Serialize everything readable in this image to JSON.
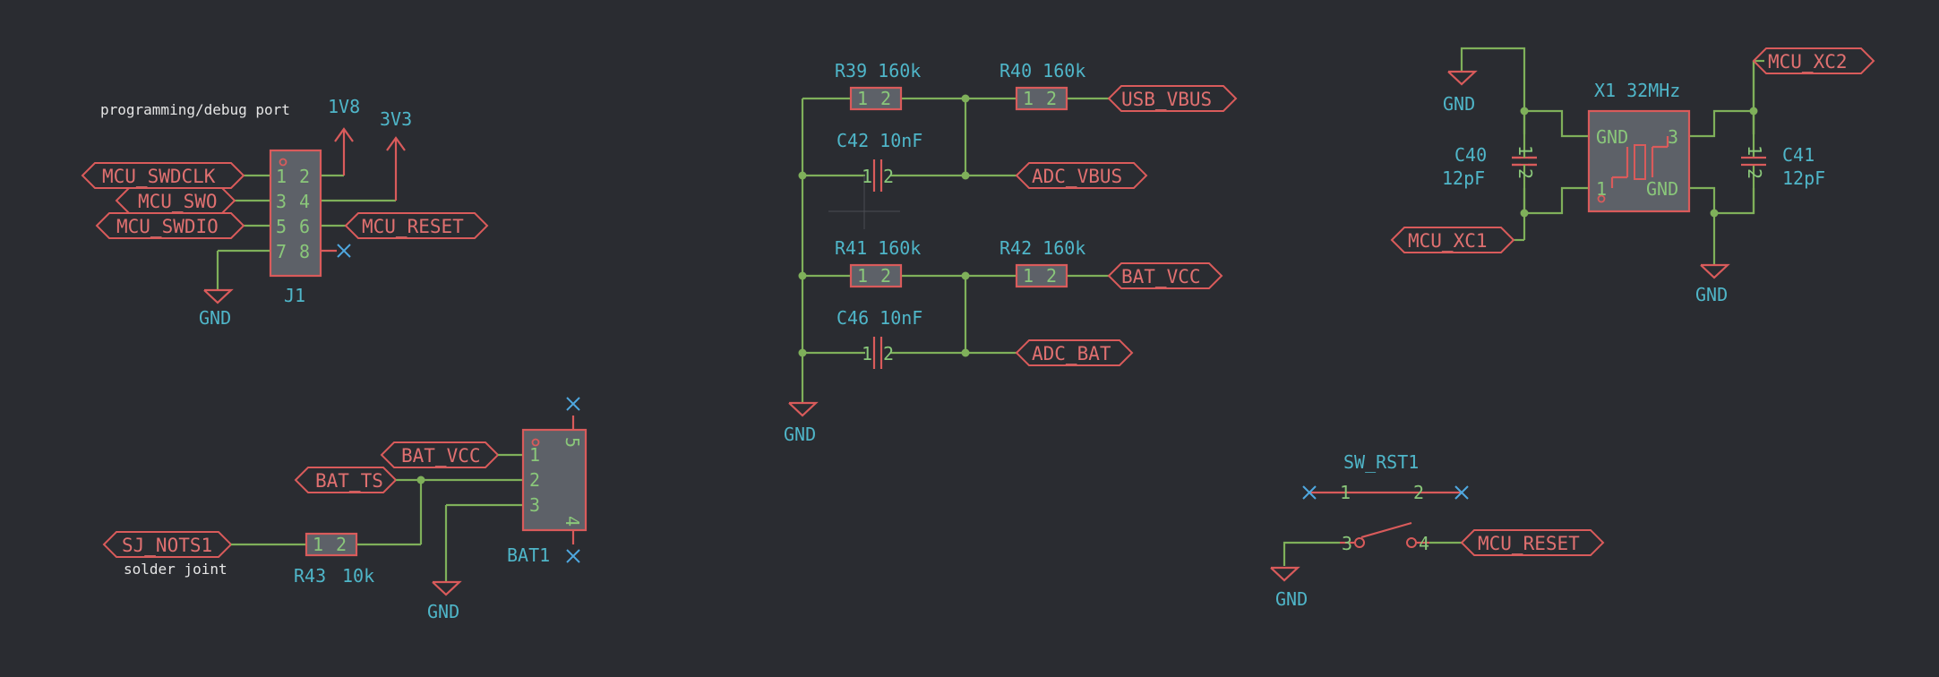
{
  "notes": {
    "programming_port": "programming/debug port",
    "solder_joint": "solder joint"
  },
  "power": {
    "v1v8": "1V8",
    "v3v3": "3V3",
    "gnd": "GND"
  },
  "connector_j1": {
    "ref": "J1",
    "pins": [
      "1",
      "2",
      "3",
      "4",
      "5",
      "6",
      "7",
      "8"
    ],
    "nets": {
      "swdclk": "MCU_SWDCLK",
      "swo": "MCU_SWO",
      "swdio": "MCU_SWDIO",
      "reset": "MCU_RESET"
    }
  },
  "battery": {
    "ref": "BAT1",
    "pins": [
      "1",
      "2",
      "3",
      "4",
      "5"
    ],
    "nets": {
      "vcc": "BAT_VCC",
      "ts": "BAT_TS",
      "sj": "SJ_NOTS1"
    },
    "r43_ref": "R43",
    "r43_val": "10k"
  },
  "divider": {
    "r39": "R39 160k",
    "r40": "R40 160k",
    "r41": "R41 160k",
    "r42": "R42 160k",
    "c42": "C42 10nF",
    "c46": "C46 10nF",
    "nets": {
      "usb_vbus": "USB_VBUS",
      "adc_vbus": "ADC_VBUS",
      "bat_vcc": "BAT_VCC",
      "adc_bat": "ADC_BAT"
    },
    "pin1": "1",
    "pin2": "2"
  },
  "crystal": {
    "ref": "X1 32MHz",
    "c40_ref": "C40",
    "c40_val": "12pF",
    "c41_ref": "C41",
    "c41_val": "12pF",
    "gnd_pin": "GND",
    "pin1": "1",
    "pin3": "3",
    "cap_pin1": "1",
    "cap_pin2": "2",
    "nets": {
      "xc1": "MCU_XC1",
      "xc2": "MCU_XC2"
    }
  },
  "switch": {
    "ref": "SW_RST1",
    "pins": [
      "1",
      "2",
      "3",
      "4"
    ],
    "net": "MCU_RESET"
  }
}
